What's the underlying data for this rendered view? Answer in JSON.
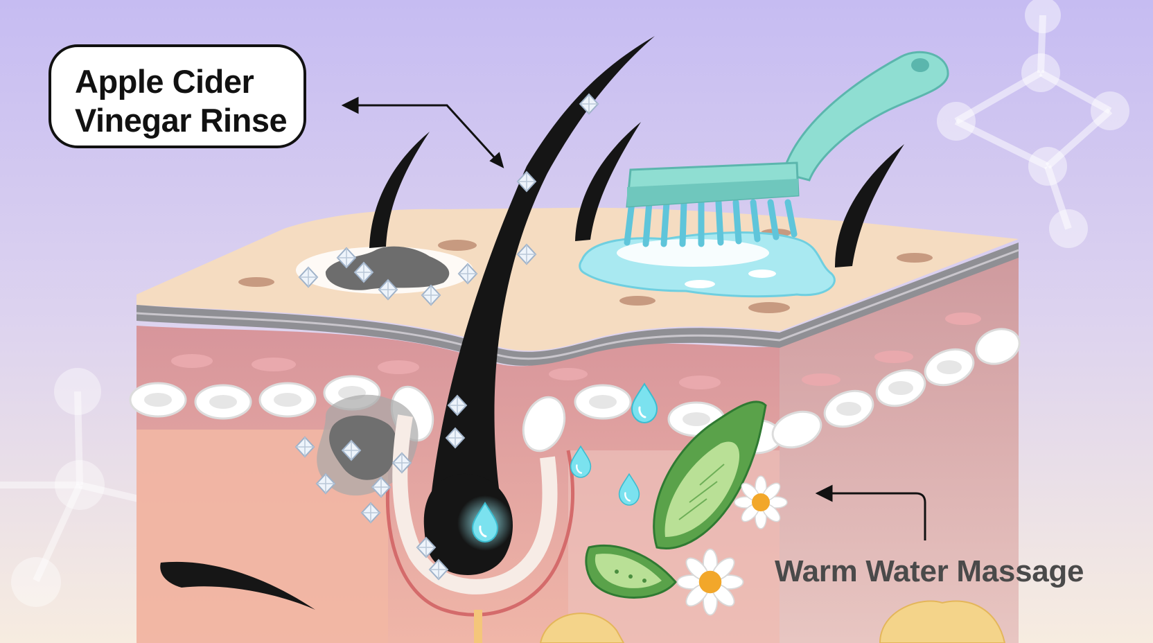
{
  "labels": {
    "apple_cider_line1": "Apple Cider",
    "apple_cider_line2": "Vinegar Rinse",
    "warm_water": "Warm Water Massage"
  },
  "colors": {
    "background_top": "#c8bff2",
    "background_bottom": "#f6eadf",
    "skin_surface": "#f4dcc0",
    "dermis": "#d99a9e",
    "fat_cells": "#ffffff",
    "hair": "#151515",
    "brush": "#8fded2",
    "water": "#7ee3ef",
    "buildup": "#6f6f6f",
    "aloe": "#5aa24a",
    "chamomile_center": "#f2a72a"
  },
  "icons": [
    "molecule-icon",
    "brush-icon",
    "water-drop-icon",
    "aloe-leaf-icon",
    "chamomile-flower-icon",
    "crystal-icon",
    "arrow-icon"
  ]
}
